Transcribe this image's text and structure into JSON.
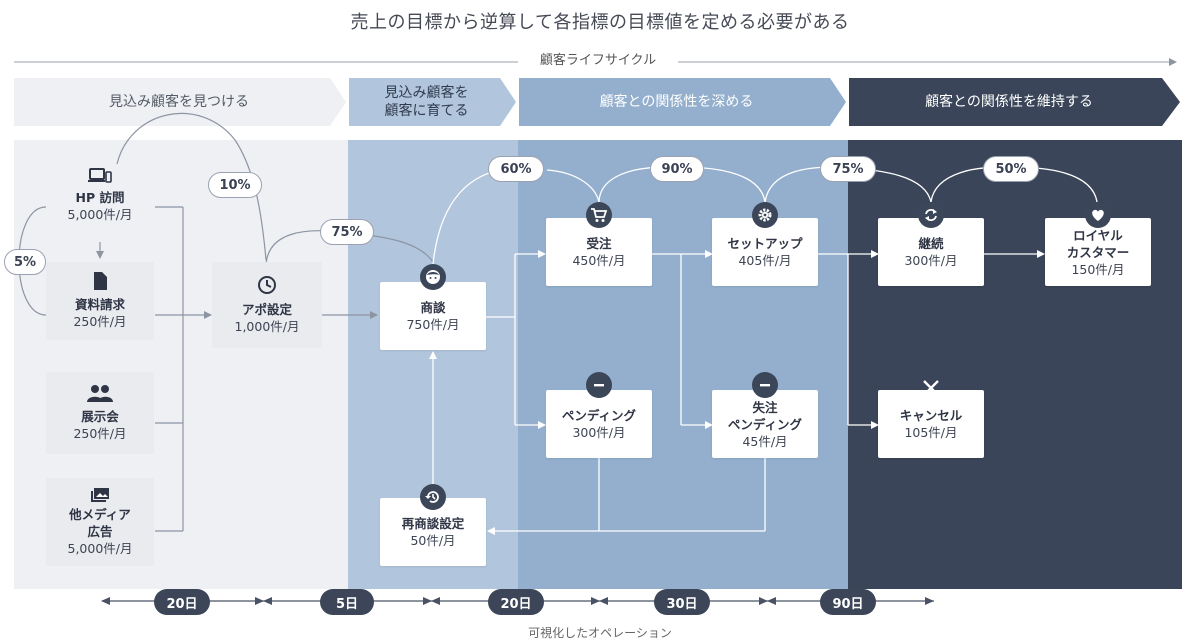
{
  "title": "売上の目標から逆算して各指標の目標値を定める必要がある",
  "lifecycle_label": "顧客ライフサイクル",
  "phases": [
    {
      "label": "見込み顧客を見つける"
    },
    {
      "label": "見込み顧客を\n顧客に育てる"
    },
    {
      "label": "顧客との関係性を深める"
    },
    {
      "label": "顧客との関係性を維持する"
    }
  ],
  "nodes": {
    "hp": {
      "label": "HP 訪問",
      "value": "5,000件/月",
      "icon": "laptop-phone-icon"
    },
    "shiryo": {
      "label": "資料請求",
      "value": "250件/月",
      "icon": "document-icon"
    },
    "tenji": {
      "label": "展示会",
      "value": "250件/月",
      "icon": "people-icon"
    },
    "media": {
      "label": "他メディア\n広告",
      "value": "5,000件/月",
      "icon": "photos-icon"
    },
    "apo": {
      "label": "アポ設定",
      "value": "1,000件/月",
      "icon": "clock-icon"
    },
    "shodan": {
      "label": "商談",
      "value": "750件/月",
      "icon": "person-face-icon"
    },
    "resetting": {
      "label": "再商談設定",
      "value": "50件/月",
      "icon": "history-icon"
    },
    "juchu": {
      "label": "受注",
      "value": "450件/月",
      "icon": "cart-icon"
    },
    "pending": {
      "label": "ペンディング",
      "value": "300件/月",
      "icon": "minus-circle-icon"
    },
    "setup": {
      "label": "セットアップ",
      "value": "405件/月",
      "icon": "gear-icon"
    },
    "lost_pending": {
      "label": "失注\nペンディング",
      "value": "45件/月",
      "icon": "minus-circle-icon"
    },
    "keizoku": {
      "label": "継続",
      "value": "300件/月",
      "icon": "refresh-icon"
    },
    "cancel": {
      "label": "キャンセル",
      "value": "105件/月",
      "icon": "close-icon"
    },
    "loyal": {
      "label": "ロイヤル\nカスタマー",
      "value": "150件/月",
      "icon": "heart-icon"
    }
  },
  "rates": {
    "r5": "5%",
    "r10": "10%",
    "r75a": "75%",
    "r60": "60%",
    "r90": "90%",
    "r75b": "75%",
    "r50": "50%"
  },
  "durations": [
    "20日",
    "5日",
    "20日",
    "30日",
    "90日"
  ],
  "footer": "可視化したオペレーション",
  "colors": {
    "zone1": "#eef0f4",
    "zone2": "#b1c5dc",
    "zone3": "#93afcd",
    "zone4": "#3a4559",
    "line": "#9aa2b1",
    "dark": "#3b4659"
  }
}
